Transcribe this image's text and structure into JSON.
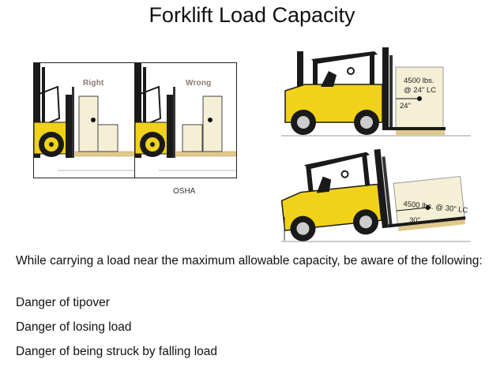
{
  "title": "Forklift Load Capacity",
  "panels": {
    "right_label": "Right",
    "wrong_label": "Wrong"
  },
  "source_label": "OSHA",
  "forklift_top": {
    "load_label_line1": "4500 lbs.",
    "load_label_line2": "@ 24\" LC",
    "distance_label": "24\""
  },
  "forklift_bottom": {
    "load_label": "4500 lbs. @ 30\" LC",
    "distance_label": "30\""
  },
  "body": {
    "intro": "While carrying a load near the maximum allowable capacity, be aware of the following:",
    "dangers": [
      "Danger of tipover",
      "Danger of losing load",
      "Danger of being struck by falling load"
    ]
  },
  "colors": {
    "forklift_yellow": "#f0d21a",
    "load_tan": "#f5efd6",
    "pallet_wood": "#e0c98a",
    "frame_dark": "#1a1a1a"
  }
}
